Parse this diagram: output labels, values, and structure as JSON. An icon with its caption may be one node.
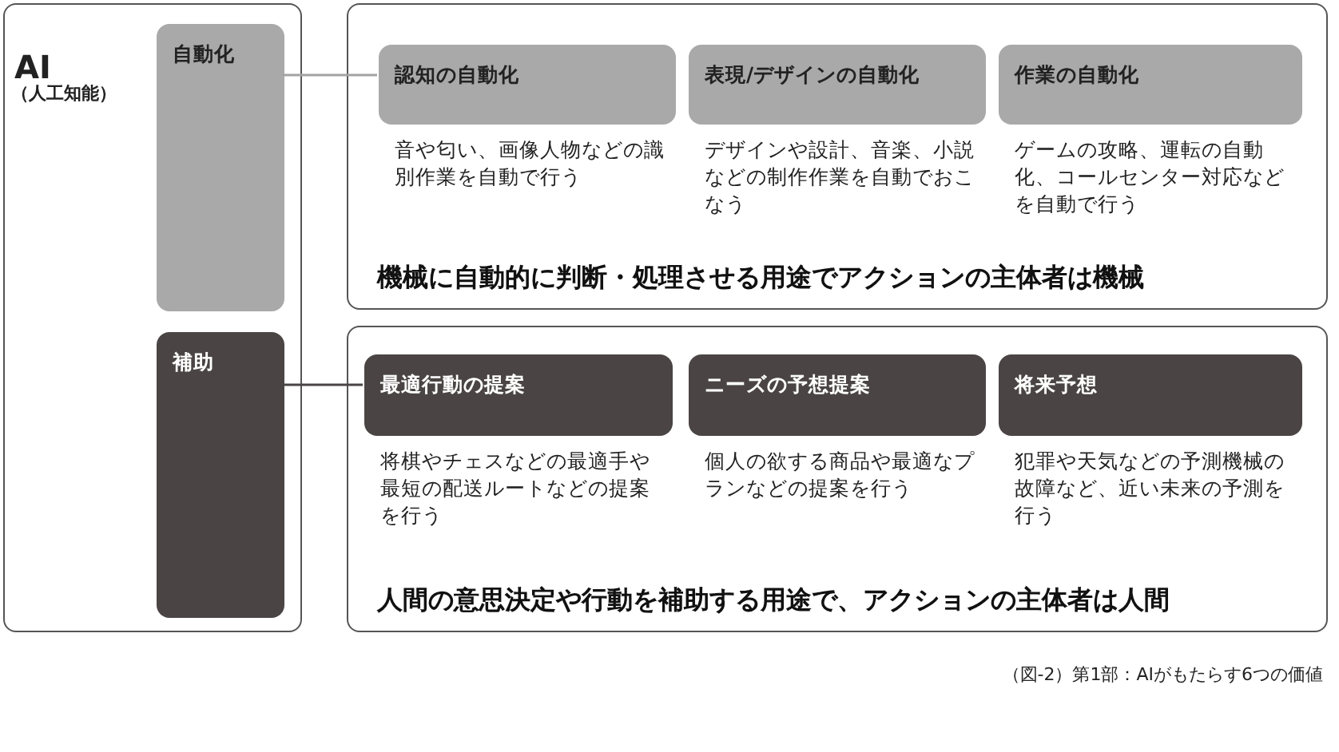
{
  "diagram": {
    "caption": "（図-2）第1部：AIがもたらす6つの価値",
    "nodes": [
      {
        "text": [
          "AI",
          "（人工知能）"
        ]
      },
      {
        "text": [
          "自動化"
        ],
        "in": 0
      },
      {
        "text": [
          "補助"
        ],
        "in": 0
      },
      {
        "text": [
          "機械に自動的に判断・処理させる用途でアクションの主体者は機械"
        ]
      },
      {
        "text": [
          "認知の自動化"
        ],
        "in": 3,
        "beside": [
          "音や匂い、画像人物などの識別作業を自動で行う"
        ]
      },
      {
        "text": [
          "表現/デザインの自動化"
        ],
        "in": 3,
        "beside": [
          "デザインや設計、音楽、小説などの制作作業を自動でおこなう"
        ]
      },
      {
        "text": [
          "作業の自動化"
        ],
        "in": 3,
        "beside": [
          "ゲームの攻略、運転の自動化、コールセンター対応などを自動で行う"
        ]
      },
      {
        "text": [
          "人間の意思決定や行動を補助する用途で、アクションの主体者は人間"
        ]
      },
      {
        "text": [
          "最適行動の提案"
        ],
        "in": 7,
        "beside": [
          "将棋やチェスなどの最適手や最短の配送ルートなどの提案を行う"
        ]
      },
      {
        "text": [
          "ニーズの予想提案"
        ],
        "in": 7,
        "beside": [
          "個人の欲する商品や最適なプランなどの提案を行う"
        ]
      },
      {
        "text": [
          "将来予想"
        ],
        "in": 7,
        "beside": [
          "犯罪や天気などの予測機械の故障など、近い未来の予測を行う"
        ]
      }
    ],
    "edges": [
      {
        "from": 1,
        "to": 4,
        "arrow": "none",
        "color": "#a3a3a3"
      },
      {
        "from": 2,
        "to": 8,
        "arrow": "none",
        "color": "#4a4544"
      }
    ]
  }
}
